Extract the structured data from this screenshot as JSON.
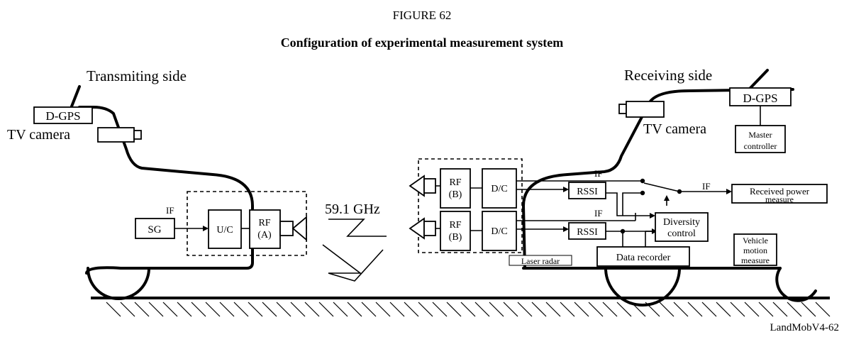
{
  "figure": {
    "number": "FIGURE 62",
    "title": "Configuration of experimental measurement system",
    "reference": "LandMobV4-62"
  },
  "transmitter": {
    "side_label": "Transmiting side",
    "dgps": "D-GPS",
    "tv_camera": "TV camera",
    "if_label": "IF",
    "sg": "SG",
    "uc": "U/C",
    "rf_line1": "RF",
    "rf_line2": "(A)"
  },
  "link": {
    "frequency": "59.1 GHz"
  },
  "receiver": {
    "side_label": "Receiving side",
    "dgps": "D-GPS",
    "tv_camera": "TV camera",
    "master_line1": "Master",
    "master_line2": "controller",
    "rf_line1": "RF",
    "rf_line2": "(B)",
    "dc": "D/C",
    "if_label": "IF",
    "rssi": "RSSI",
    "received_power_line1": "Received power",
    "received_power_line2": "measure",
    "diversity_line1": "Diversity",
    "diversity_line2": "control",
    "data_recorder": "Data recorder",
    "laser_radar": "Laser radar",
    "vehicle_line1": "Vehicle",
    "vehicle_line2": "motion",
    "vehicle_line3": "measure"
  }
}
